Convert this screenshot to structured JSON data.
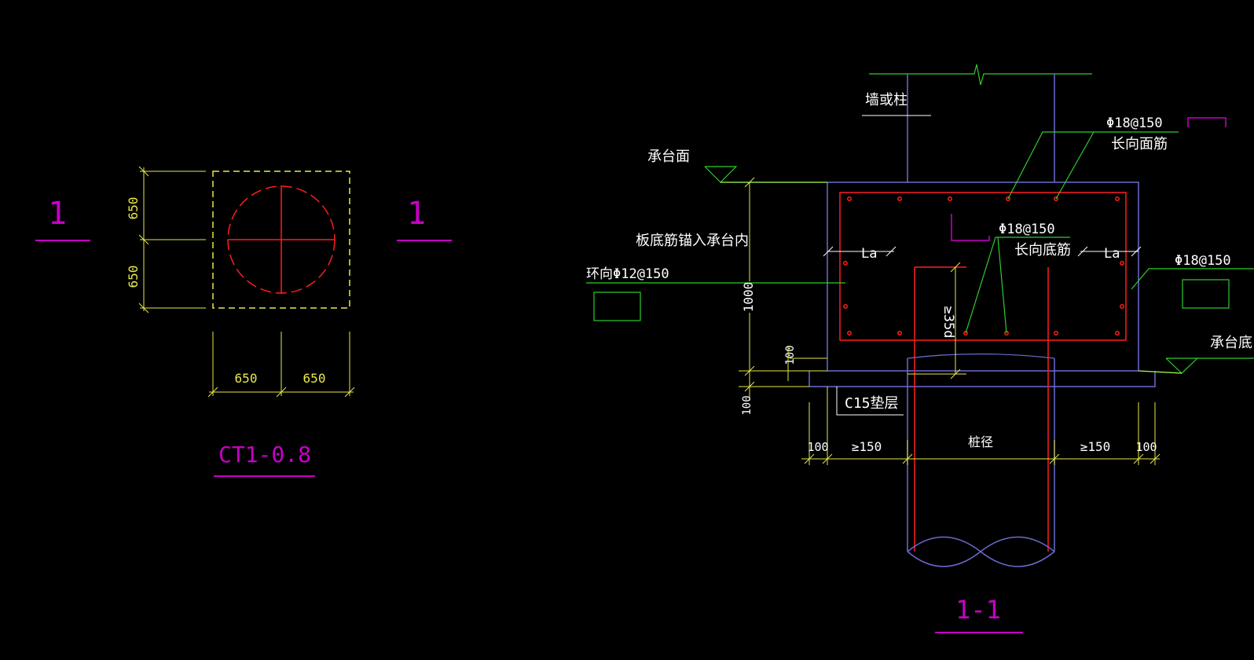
{
  "colors": {
    "background": "#000000",
    "magenta": "#c800c8",
    "yellow": "#e8e84a",
    "red": "#ff1e1e",
    "green": "#2ecc2e",
    "white": "#ffffff",
    "blue": "#6b6bd2",
    "lime": "#aaff55"
  },
  "plan": {
    "section_mark_left": "1",
    "section_mark_right": "1",
    "dim_top": "650",
    "dim_bottom": "650",
    "dim_left": "650",
    "dim_right": "650",
    "title": "CT1-0.8"
  },
  "section": {
    "title": "1-1",
    "wall_column": "墙或柱",
    "cap_top": "承台面",
    "cap_bottom": "承台底",
    "slab_anchor": "板底筋锚入承台内",
    "hoop_rebar": "环向Φ12@150",
    "top_rebar_spec": "Φ18@150",
    "top_rebar_name": "长向面筋",
    "bottom_rebar_spec": "Φ18@150",
    "bottom_rebar_name": "长向底筋",
    "side_rebar_spec": "Φ18@150",
    "anchor_left": "La",
    "anchor_right": "La",
    "embed": "≥35d",
    "dim_height": "1000",
    "dim_cover": "100",
    "dim_pad": "100",
    "pad_label": "C15垫层",
    "dim_edge_left": "100",
    "dim_edge_right": "100",
    "dim_offset_left": "≥150",
    "dim_offset_right": "≥150",
    "pile_diameter": "桩径"
  }
}
